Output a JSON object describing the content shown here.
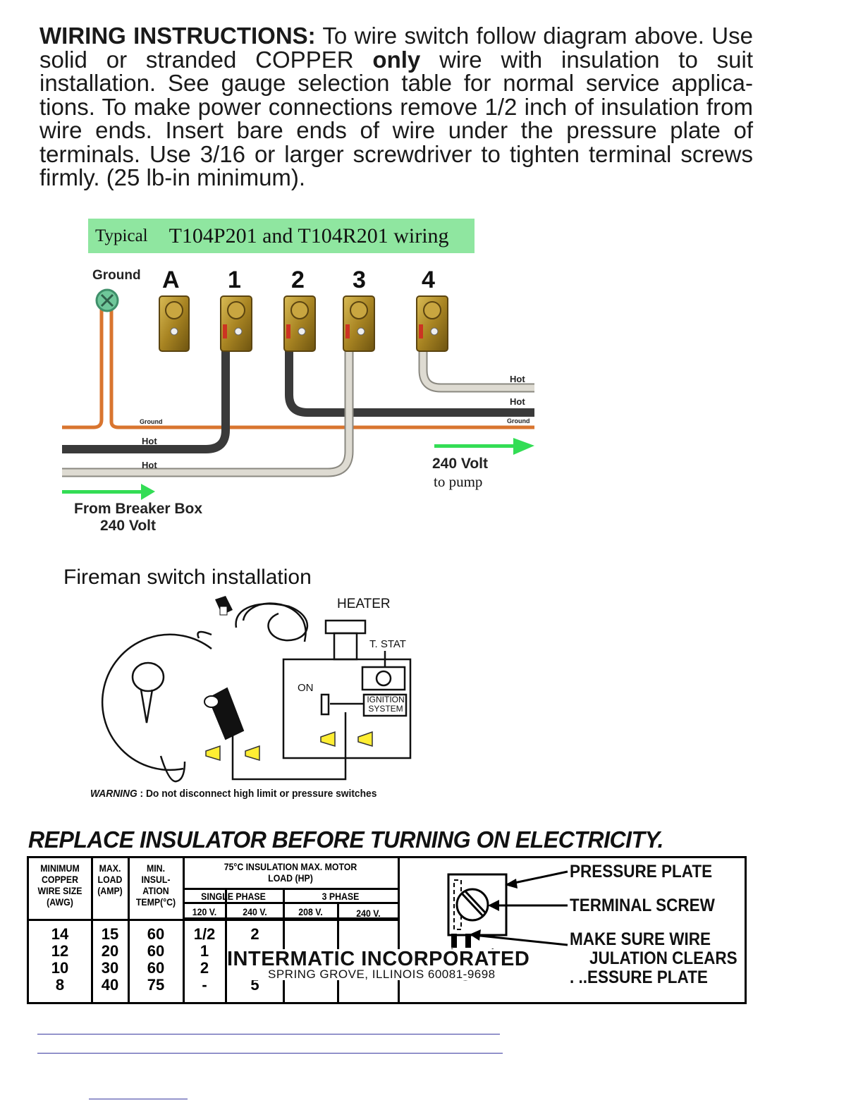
{
  "instructions": {
    "heading": "WIRING INSTRUCTIONS:",
    "text_1": " To wire switch follow diagram above. Use solid or stranded COPPER ",
    "emphasis": "only",
    "text_2": " wire with insulation to suit installation. See gauge selection table for normal service applica-tions. To make power connections remove 1/2 inch of insulation from wire ends. Insert bare ends of wire under the pressure plate of terminals. Use 3/16 or larger screwdriver to tighten terminal screws firmly. (25 lb-in minimum)."
  },
  "wiring_diagram": {
    "banner_prefix": "Typical",
    "banner_title": "T104P201 and T104R201 wiring",
    "ground_label": "Ground",
    "terminals": [
      "A",
      "1",
      "2",
      "3",
      "4"
    ],
    "wire_labels": {
      "hot_right_1": "Hot",
      "hot_right_2": "Hot",
      "ground_right": "Ground",
      "ground_left": "Ground",
      "hot_left_1": "Hot",
      "hot_left_2": "Hot"
    },
    "source_label_1": "From Breaker Box",
    "source_label_2": "240 Volt",
    "load_label_1": "240 Volt",
    "load_label_2": "to pump",
    "colors": {
      "banner": "#8fe6a0",
      "arrow": "#33dd55",
      "ground_wire": "#d9752f",
      "hot_black": "#3a3a3a",
      "hot_white": "#d8d6ce",
      "terminal": "#b8952a"
    }
  },
  "fireman": {
    "title": "Fireman switch installation",
    "heater_label": "HEATER",
    "tstat_label": "T. STAT",
    "on_label": "ON",
    "ignition_line_1": "IGNITION",
    "ignition_line_2": "SYSTEM",
    "warning_prefix": "WARNING",
    "warning_text": " : Do not disconnect high limit or pressure switches"
  },
  "replace_heading": "REPLACE INSULATOR BEFORE TURNING ON ELECTRICITY.",
  "gauge_table": {
    "headers": {
      "wire_size": [
        "MINIMUM",
        "COPPER",
        "WIRE SIZE",
        "(AWG)"
      ],
      "max_load": [
        "MAX.",
        "LOAD",
        "(AMP)"
      ],
      "insulation": [
        "MIN.",
        "INSUL-",
        "ATION",
        "TEMP(°C)"
      ],
      "motor_load": [
        "75°C INSULATION MAX. MOTOR",
        "LOAD (HP)"
      ],
      "single_phase": "SINGLE PHASE",
      "three_phase": "3 PHASE",
      "v120": "120 V.",
      "v240_single": "240 V.",
      "v208": "208 V.",
      "v240_three": "240 V."
    },
    "wire_size": [
      "14",
      "12",
      "10",
      "8"
    ],
    "max_load": [
      "15",
      "20",
      "30",
      "40"
    ],
    "insulation_temp": [
      "60",
      "60",
      "60",
      "75"
    ],
    "hp_120v": [
      "1/2",
      "1",
      "2",
      "-"
    ],
    "hp_240v": [
      "2",
      "",
      "",
      "5"
    ]
  },
  "terminal_callouts": {
    "pressure_plate": "PRESSURE PLATE",
    "terminal_screw": "TERMINAL SCREW",
    "make_sure_1": "MAKE SURE WIRE",
    "make_sure_2": "JULATION CLEARS",
    "make_sure_3": ". ..ESSURE PLATE"
  },
  "brand": {
    "name": "INTERMATIC INCORPORATED",
    "address": "SPRING GROVE, ILLINOIS 60081-9698"
  }
}
